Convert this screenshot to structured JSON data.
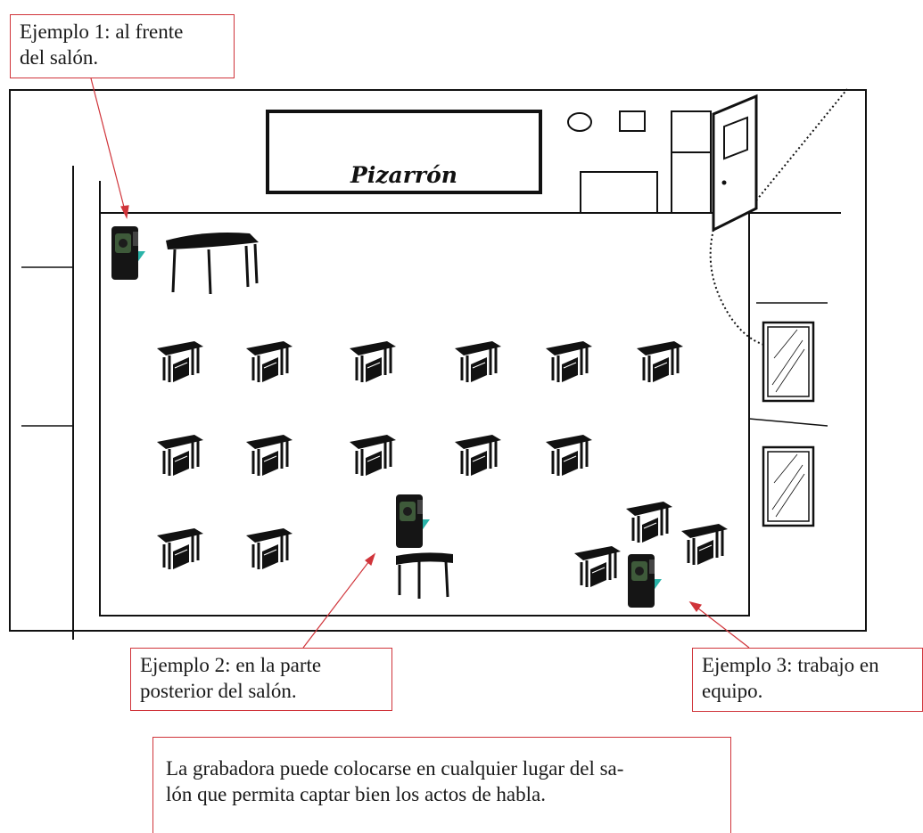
{
  "callouts": {
    "front": {
      "line1": "Ejemplo 1: al frente",
      "line2": "del salón."
    },
    "back": {
      "line1": "Ejemplo 2: en la parte",
      "line2": "posterior del salón."
    },
    "team": {
      "line1": "Ejemplo 3: trabajo en",
      "line2": "equipo."
    }
  },
  "note": {
    "line1": "La grabadora puede colocarse en cualquier lugar del sa-",
    "line2": "lón que permita captar bien los actos de habla."
  },
  "room": {
    "board_label": "Pizarrón"
  },
  "colors": {
    "callout_border": "#d0343a",
    "recorder_base": "#2ab3a8",
    "ink": "#111111"
  }
}
